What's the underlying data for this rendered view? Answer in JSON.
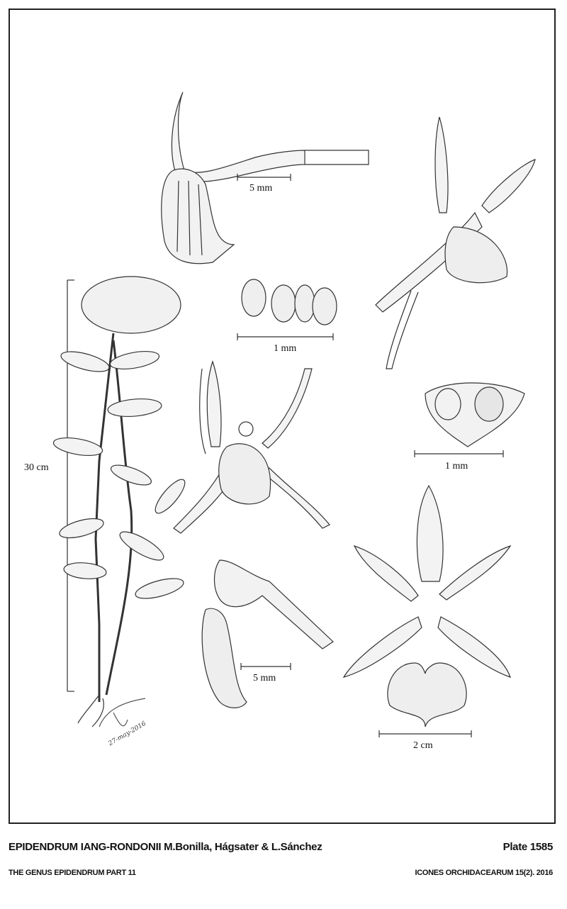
{
  "plate": {
    "scale_labels": {
      "column_5mm": "5 mm",
      "pollinia_1mm": "1 mm",
      "habit_30cm": "30 cm",
      "anther_1mm": "1 mm",
      "ovary_5mm": "5 mm",
      "perianth_2cm": "2 cm"
    },
    "signature": "27-may-2016"
  },
  "caption": {
    "title": "EPIDENDRUM IANG-RONDONII M.Bonilla, Hágsater & L.Sánchez",
    "plate_number": "Plate 1585",
    "series": "THE GENUS EPIDENDRUM PART 11",
    "publication": "ICONES ORCHIDACEARUM 15(2). 2016"
  }
}
